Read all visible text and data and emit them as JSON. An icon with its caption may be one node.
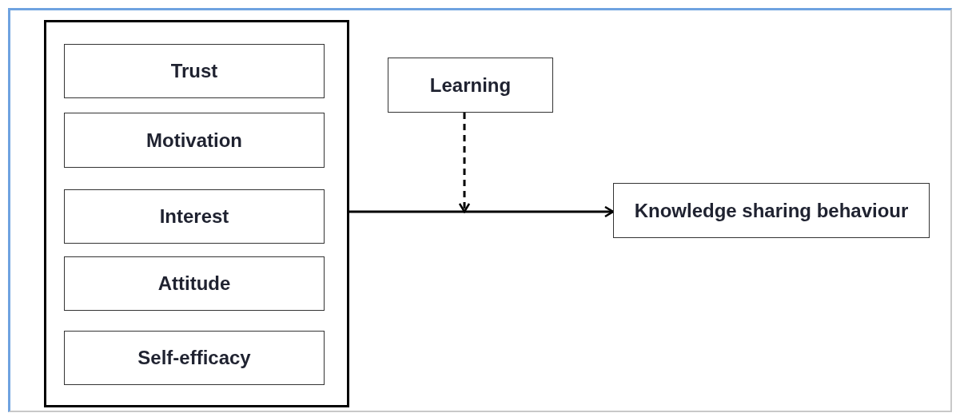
{
  "diagram": {
    "nodes": [
      {
        "text": [],
        "shape": "box"
      },
      {
        "text": [
          "Trust"
        ],
        "in": 0
      },
      {
        "text": [
          "Motivation"
        ],
        "in": 0
      },
      {
        "text": [
          "Interest"
        ],
        "in": 0
      },
      {
        "text": [
          "Attitude"
        ],
        "in": 0
      },
      {
        "text": [
          "Self-efficacy"
        ],
        "in": 0
      },
      {
        "text": [
          "Learning"
        ]
      },
      {
        "text": [
          "Knowledge sharing behaviour"
        ]
      }
    ],
    "edges": [
      {
        "from": 0,
        "to": 7,
        "arrow": "to"
      },
      {
        "from": 6,
        "to": null,
        "arrow": "to",
        "style": "dashed"
      }
    ]
  }
}
